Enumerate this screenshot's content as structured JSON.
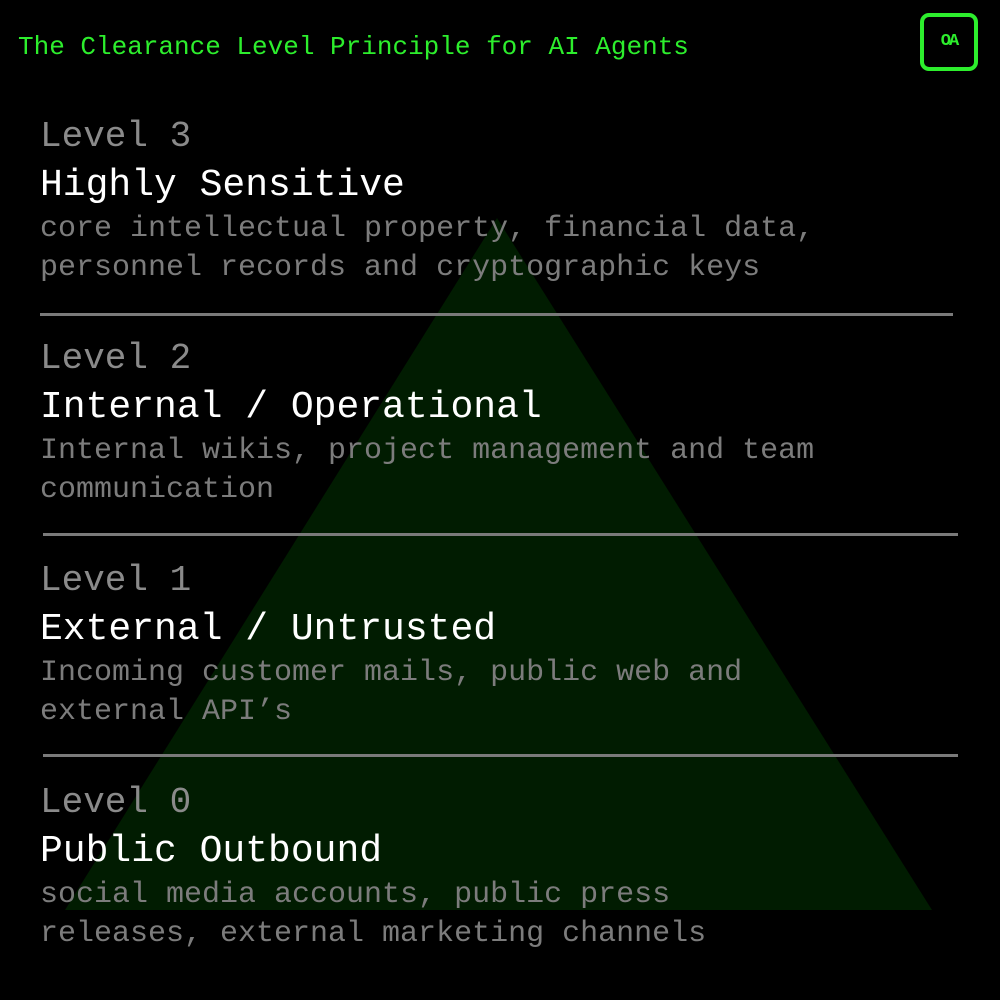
{
  "header": {
    "title": "The Clearance Level Principle for AI Agents",
    "logo_text": "OA"
  },
  "colors": {
    "background": "#000000",
    "accent": "#2dee2d",
    "pyramid_fill": "#011c01",
    "level_label": "#8a8a8a",
    "level_name": "#ffffff",
    "description": "#7c7c7c",
    "divider": "#7a7a7a"
  },
  "levels": [
    {
      "label": "Level 3",
      "name": "Highly Sensitive",
      "description": "core intellectual property, financial data,\npersonnel records and cryptographic keys"
    },
    {
      "label": "Level 2",
      "name": "Internal / Operational",
      "description": "Internal wikis, project management and team\ncommunication"
    },
    {
      "label": "Level 1",
      "name": "External / Untrusted",
      "description": "Incoming customer mails, public web and\nexternal API’s"
    },
    {
      "label": "Level 0",
      "name": "Public Outbound",
      "description": "social media accounts, public press\nreleases, external marketing channels"
    }
  ]
}
